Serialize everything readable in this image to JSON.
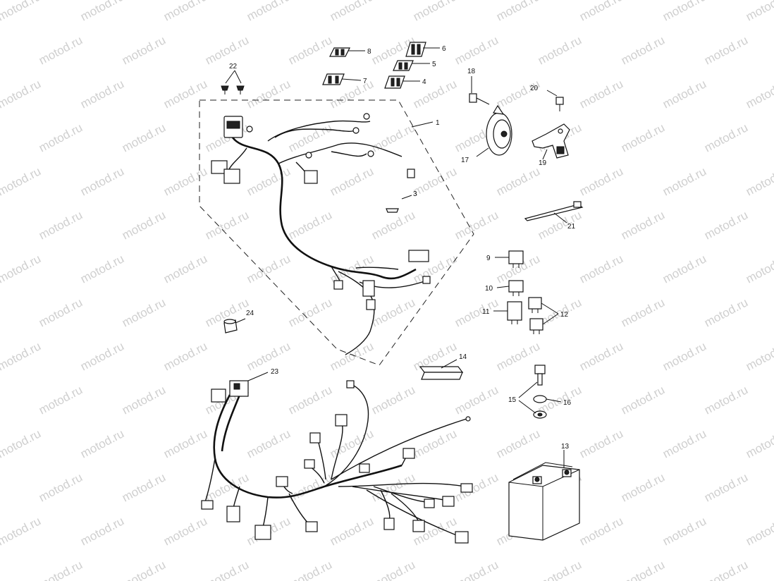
{
  "watermark": "motod.ru",
  "callouts": [
    {
      "id": "c1",
      "text": "1"
    },
    {
      "id": "c3",
      "text": "3"
    },
    {
      "id": "c4",
      "text": "4"
    },
    {
      "id": "c5",
      "text": "5"
    },
    {
      "id": "c6",
      "text": "6"
    },
    {
      "id": "c7",
      "text": "7"
    },
    {
      "id": "c8",
      "text": "8"
    },
    {
      "id": "c9",
      "text": "9"
    },
    {
      "id": "c10",
      "text": "10"
    },
    {
      "id": "c11",
      "text": "11"
    },
    {
      "id": "c12",
      "text": "12"
    },
    {
      "id": "c13",
      "text": "13"
    },
    {
      "id": "c14",
      "text": "14"
    },
    {
      "id": "c15",
      "text": "15"
    },
    {
      "id": "c16",
      "text": "16"
    },
    {
      "id": "c17",
      "text": "17"
    },
    {
      "id": "c18",
      "text": "18"
    },
    {
      "id": "c19",
      "text": "19"
    },
    {
      "id": "c20",
      "text": "20"
    },
    {
      "id": "c21",
      "text": "21"
    },
    {
      "id": "c22",
      "text": "22"
    },
    {
      "id": "c23",
      "text": "23"
    },
    {
      "id": "c24",
      "text": "24"
    }
  ]
}
